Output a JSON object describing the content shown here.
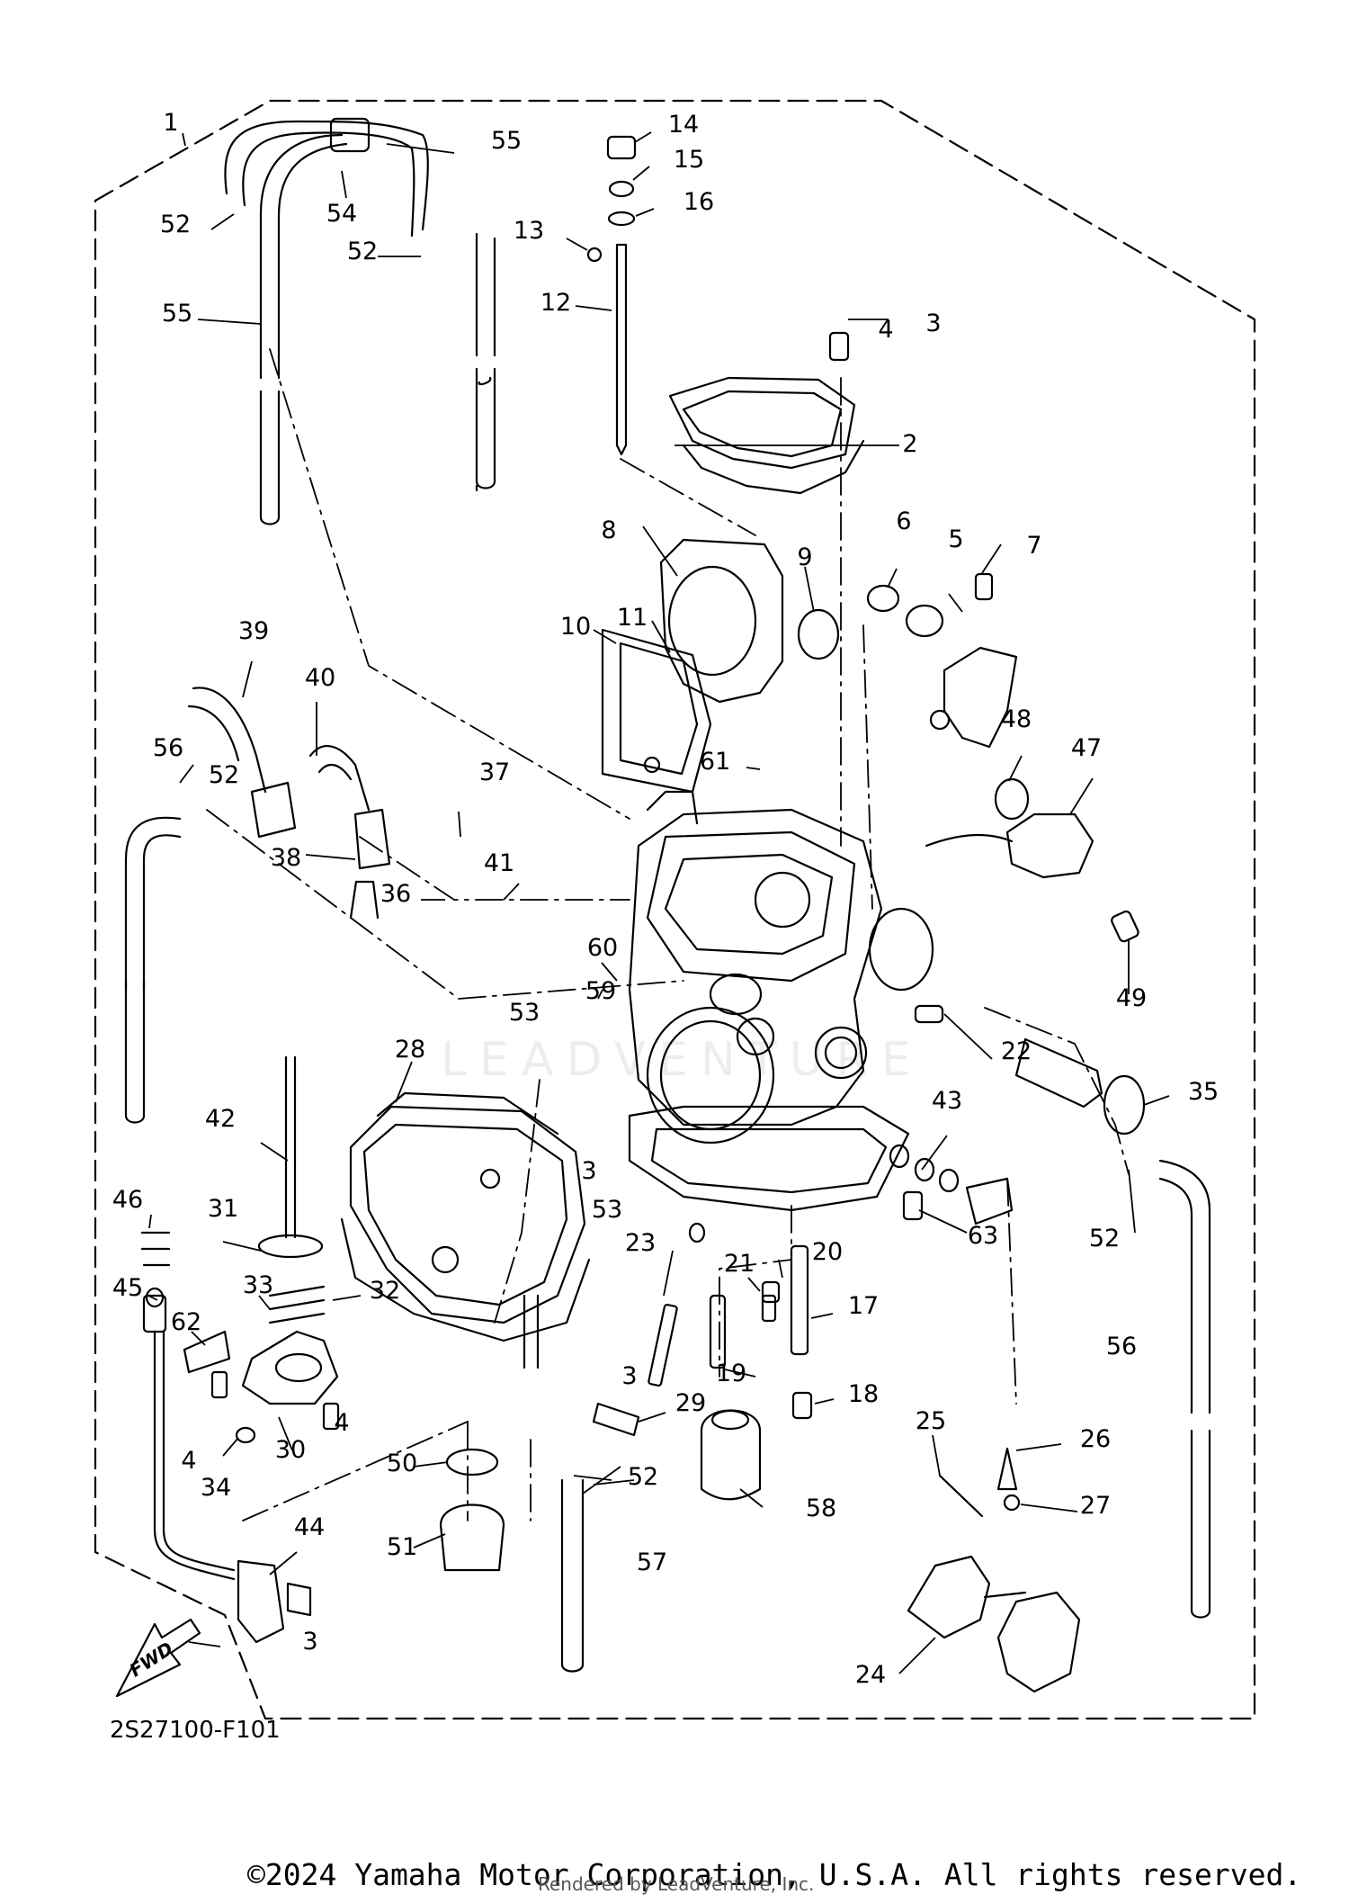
{
  "diagram": {
    "ref_code": "2S27100-F101",
    "fwd_label": "FWD",
    "watermark": "LEADVENTURE",
    "copyright": "©2024 Yamaha Motor Corporation, U.S.A. All rights reserved.",
    "rendered_by": "Rendered by LeadVenture, Inc.",
    "colors": {
      "ink": "#000000",
      "paper": "#ffffff"
    },
    "callouts": [
      "1",
      "2",
      "3",
      "4",
      "5",
      "6",
      "7",
      "8",
      "9",
      "10",
      "11",
      "12",
      "13",
      "14",
      "15",
      "16",
      "17",
      "18",
      "19",
      "20",
      "21",
      "22",
      "23",
      "24",
      "25",
      "26",
      "27",
      "28",
      "29",
      "30",
      "31",
      "32",
      "33",
      "34",
      "35",
      "36",
      "37",
      "38",
      "39",
      "40",
      "41",
      "42",
      "43",
      "44",
      "45",
      "46",
      "47",
      "48",
      "49",
      "50",
      "51",
      "52",
      "53",
      "54",
      "55",
      "56",
      "57",
      "58",
      "59",
      "60",
      "61",
      "62",
      "63"
    ]
  }
}
